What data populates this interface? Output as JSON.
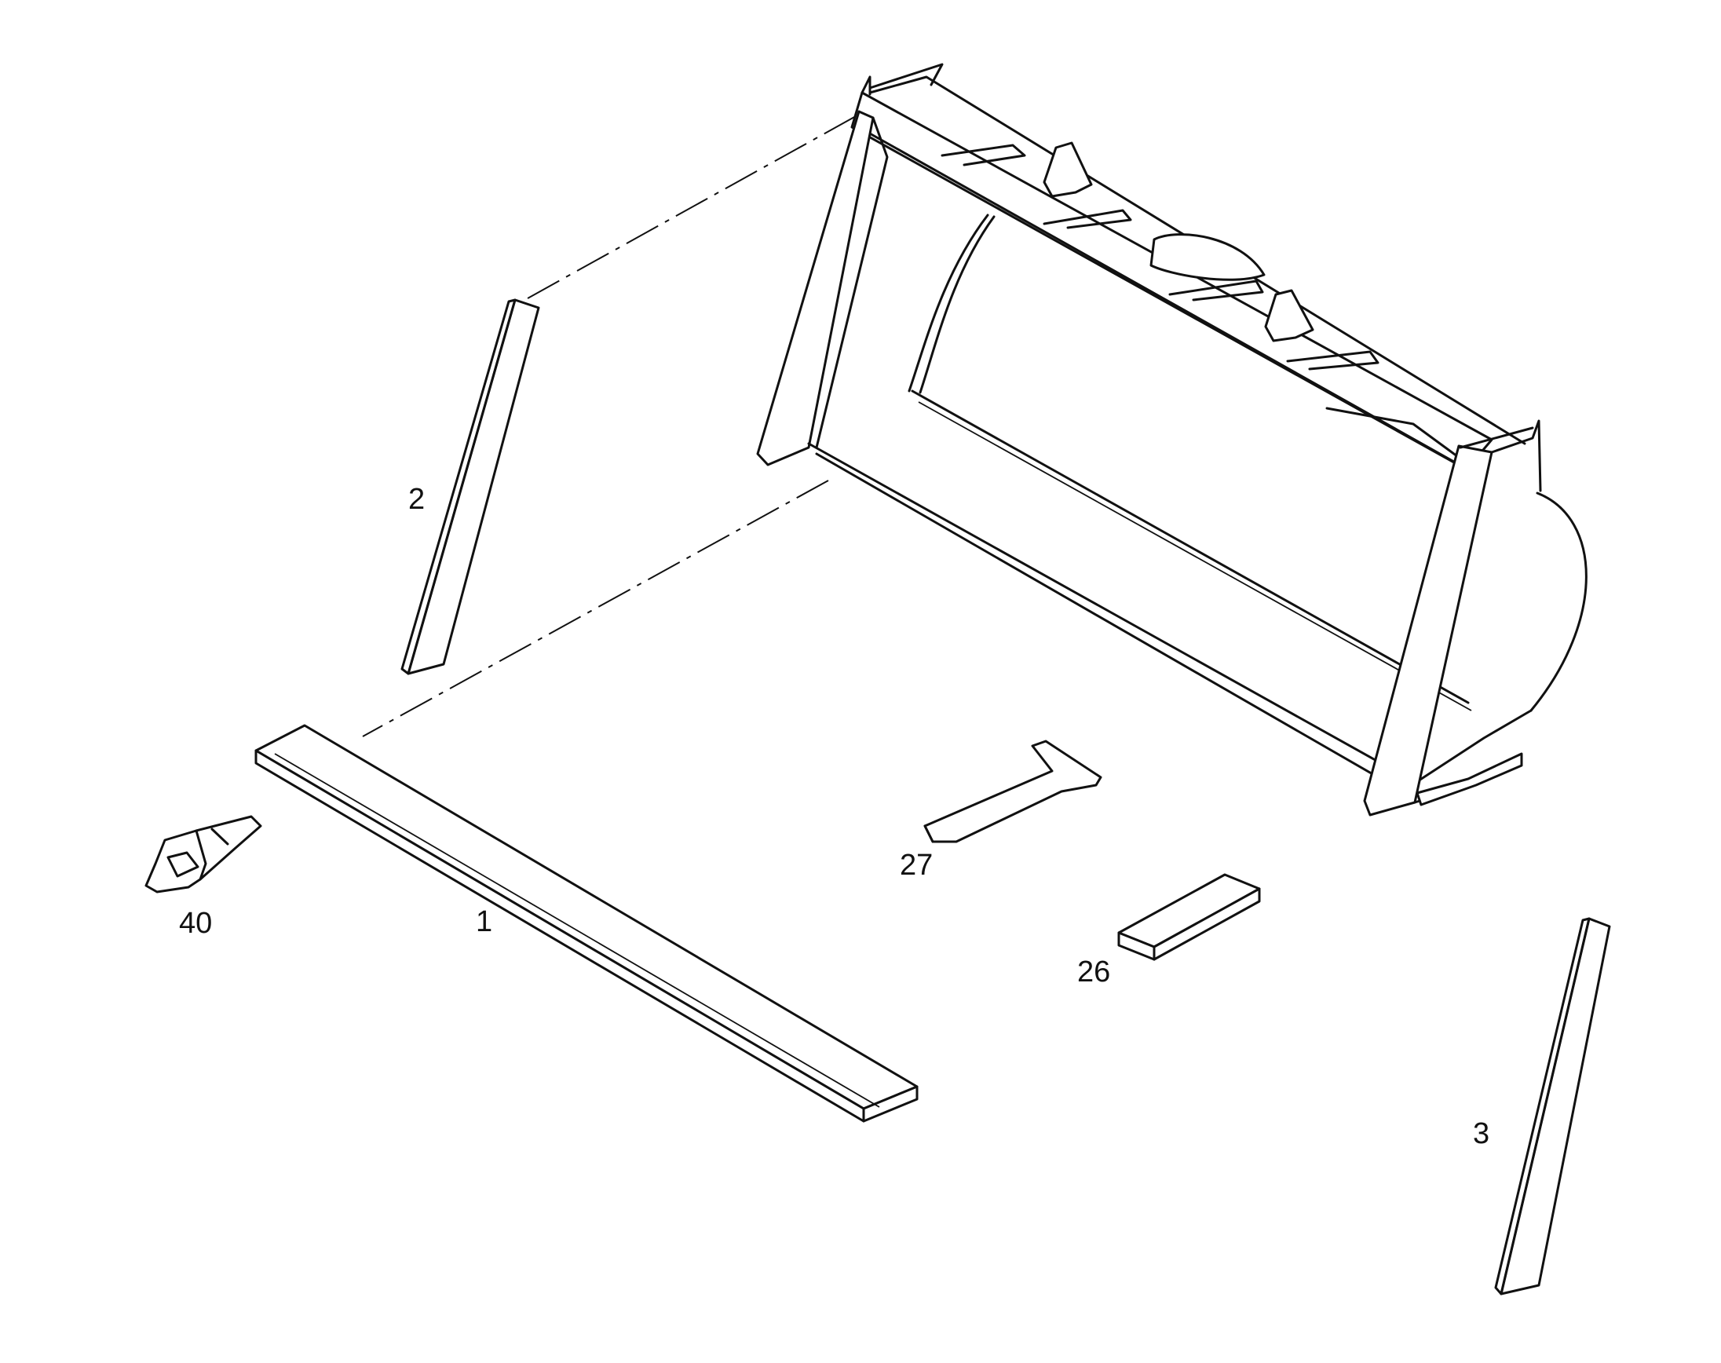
{
  "callouts": [
    {
      "id": "part-1",
      "label": "1"
    },
    {
      "id": "part-2",
      "label": "2"
    },
    {
      "id": "part-3",
      "label": "3"
    },
    {
      "id": "part-26",
      "label": "26"
    },
    {
      "id": "part-27",
      "label": "27"
    },
    {
      "id": "part-40",
      "label": "40"
    }
  ],
  "colors": {
    "line": "#111111",
    "background": "#ffffff"
  }
}
